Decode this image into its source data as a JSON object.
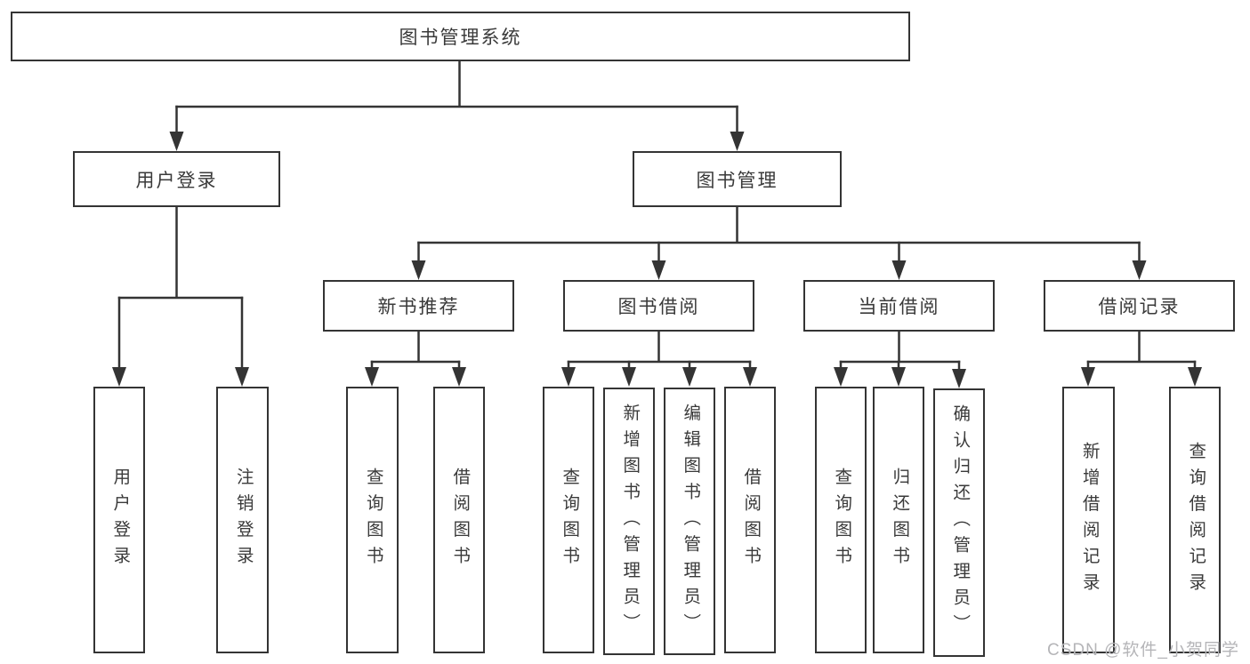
{
  "diagram": {
    "title": "图书管理系统",
    "root": {
      "label": "图书管理系统"
    },
    "level2": [
      {
        "label": "用户登录"
      },
      {
        "label": "图书管理"
      }
    ],
    "level3": [
      {
        "label": "新书推荐"
      },
      {
        "label": "图书借阅"
      },
      {
        "label": "当前借阅"
      },
      {
        "label": "借阅记录"
      }
    ],
    "leaves": {
      "user_login": [
        {
          "label": "用户登录"
        },
        {
          "label": "注销登录"
        }
      ],
      "new_book": [
        {
          "label": "查询图书"
        },
        {
          "label": "借阅图书"
        }
      ],
      "book_borrow": [
        {
          "label": "查询图书"
        },
        {
          "label": "新增图书（管理员）"
        },
        {
          "label": "编辑图书（管理员）"
        },
        {
          "label": "借阅图书"
        }
      ],
      "current_borrow": [
        {
          "label": "查询图书"
        },
        {
          "label": "归还图书"
        },
        {
          "label": "确认归还（管理员）"
        }
      ],
      "borrow_record": [
        {
          "label": "新增借阅记录"
        },
        {
          "label": "查询借阅记录"
        }
      ]
    },
    "colors": {
      "line": "#343434",
      "text": "#3a3a3a",
      "background": "#ffffff",
      "watermark": "#b5b5b8"
    }
  },
  "watermark": {
    "text": "CSDN @软件_小贺同学"
  }
}
